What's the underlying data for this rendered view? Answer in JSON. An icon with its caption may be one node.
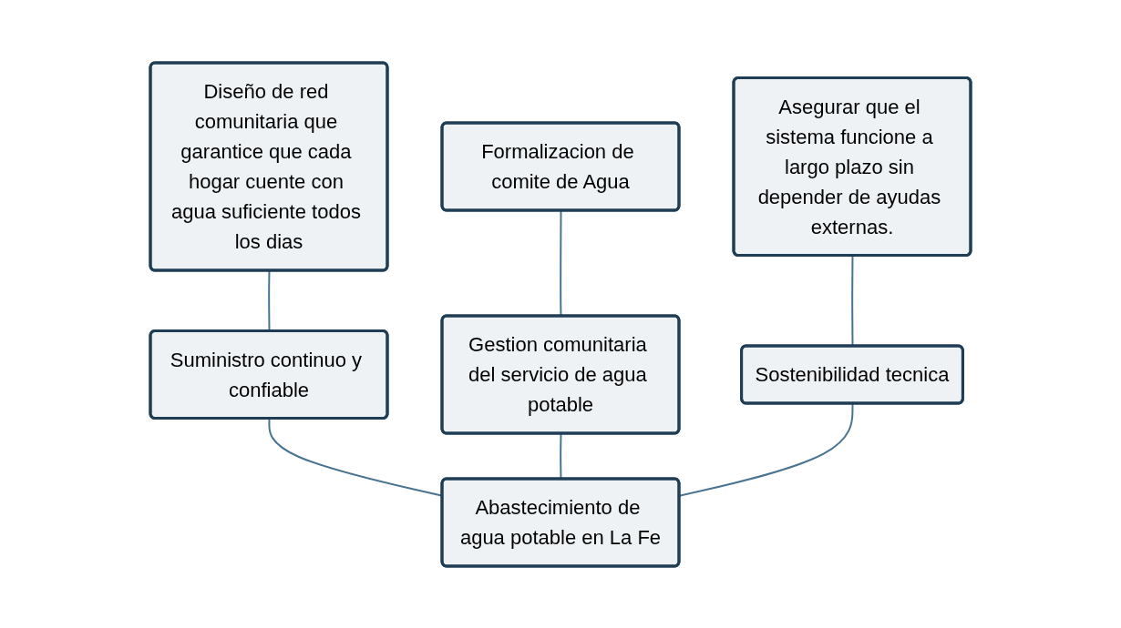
{
  "diagram": {
    "nodes": [
      {
        "text": [
          "Diseño de red comunitaria que garantice que cada hogar cuente con agua suficiente todos los dias"
        ]
      },
      {
        "text": [
          "Formalizacion de comite de Agua"
        ]
      },
      {
        "text": [
          "Asegurar que el sistema funcione a largo plazo sin depender de ayudas externas."
        ]
      },
      {
        "text": [
          "Suministro continuo y confiable"
        ]
      },
      {
        "text": [
          "Gestion comunitaria del servicio de agua potable"
        ]
      },
      {
        "text": [
          "Sostenibilidad tecnica"
        ]
      },
      {
        "text": [
          "Abastecimiento de agua potable en La Fe"
        ]
      }
    ],
    "edges": [
      {
        "from": 6,
        "to": 3,
        "arrow": "none"
      },
      {
        "from": 6,
        "to": 4,
        "arrow": "none"
      },
      {
        "from": 6,
        "to": 5,
        "arrow": "none"
      },
      {
        "from": 3,
        "to": 0,
        "arrow": "none"
      },
      {
        "from": 4,
        "to": 1,
        "arrow": "none"
      },
      {
        "from": 5,
        "to": 2,
        "arrow": "none"
      }
    ]
  }
}
